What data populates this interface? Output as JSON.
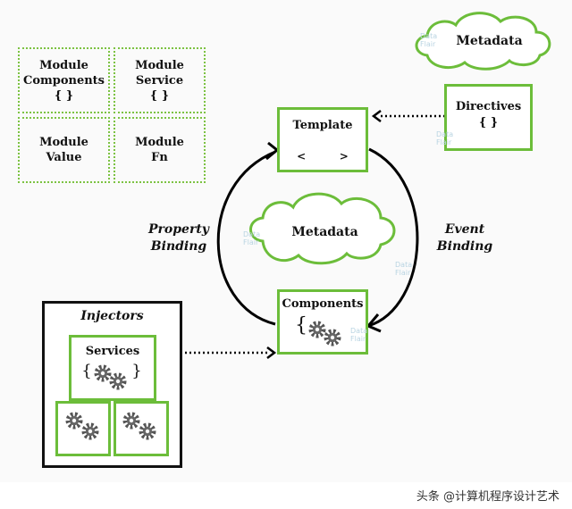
{
  "modules": [
    {
      "line1": "Module",
      "line2": "Components",
      "line3": "{ }"
    },
    {
      "line1": "Module",
      "line2": "Service",
      "line3": "{ }"
    },
    {
      "line1": "Module",
      "line2": "Value",
      "line3": ""
    },
    {
      "line1": "Module",
      "line2": "Fn",
      "line3": ""
    }
  ],
  "clouds": {
    "top": "Metadata",
    "center": "Metadata"
  },
  "template": {
    "title": "Template",
    "symbols": "<         >"
  },
  "directives": {
    "title": "Directives",
    "symbols": "{ }"
  },
  "components": {
    "title": "Components",
    "brace": "{"
  },
  "bindings": {
    "property": "Property\nBinding",
    "event": "Event\nBinding"
  },
  "injectors": {
    "title": "Injectors",
    "services": "Services",
    "brace_open": "{",
    "brace_close": "}"
  },
  "watermark": "Data\nFlair",
  "credit": "头条 @计算机程序设计艺术",
  "colors": {
    "accent": "#6cbd3a",
    "frame": "#111111"
  }
}
